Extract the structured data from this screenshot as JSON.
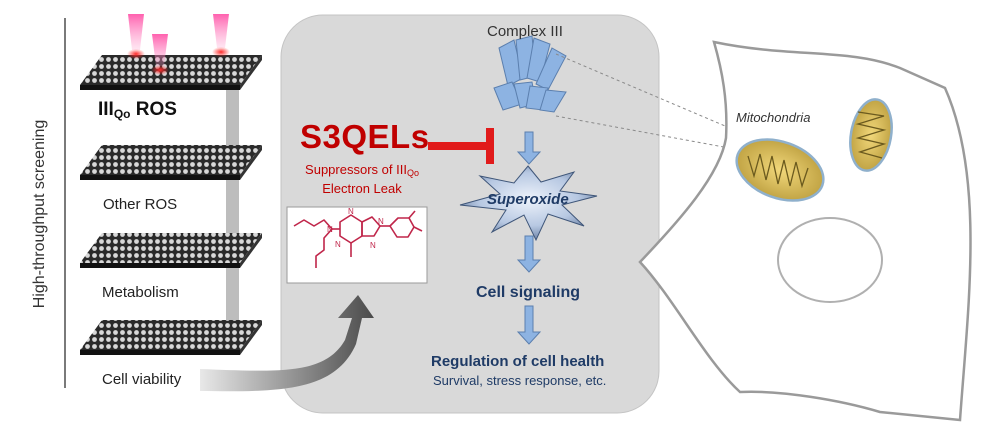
{
  "diagram": {
    "screening_title": "High-throughput screening",
    "plates": [
      {
        "id": "ros",
        "label": "III",
        "label_sub": "Qo",
        "label_tail": " ROS"
      },
      {
        "id": "other",
        "label": "Other ROS"
      },
      {
        "id": "metab",
        "label": "Metabolism"
      },
      {
        "id": "viab",
        "label": "Cell viability"
      }
    ],
    "s3qels": {
      "title": "S3QELs",
      "subtitle_line1": "Suppressors of III",
      "subtitle_sub": "Qo",
      "subtitle_line2": "Electron Leak"
    },
    "pathway": {
      "complex": "Complex III",
      "superoxide": "Superoxide",
      "signaling": "Cell signaling",
      "regulation": "Regulation of cell health",
      "regulation_detail": "Survival, stress response, etc."
    },
    "cell": {
      "organelle": "Mitochondria"
    },
    "colors": {
      "s3qel_red": "#c00000",
      "pathway_navy": "#1f3b66",
      "complex_blue": "#8db3e2",
      "panel_gray": "#d9d9d9",
      "molecule_red": "#c0264a",
      "mito_yellow": "#e6c94a"
    }
  }
}
